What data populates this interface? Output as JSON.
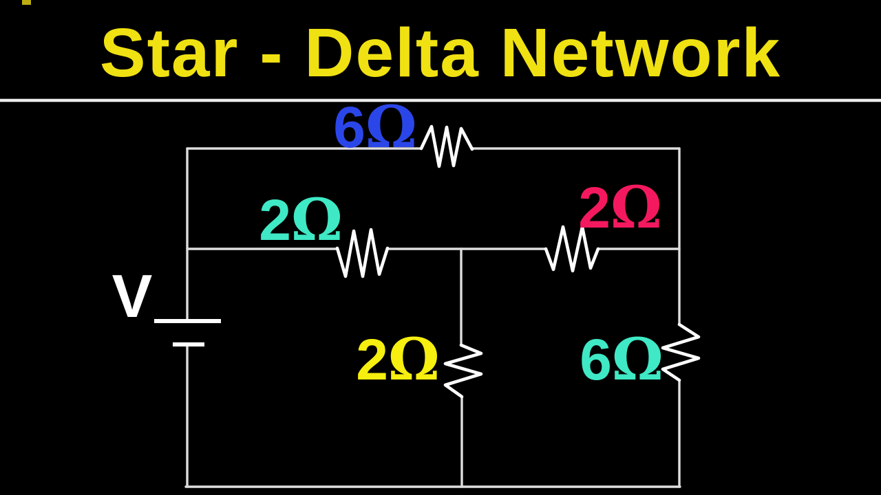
{
  "header": {
    "title": "Star - Delta Network",
    "title_color": "#F0E112",
    "separator_color": "#ECECEC"
  },
  "circuit": {
    "wire_color": "#FFFFFF",
    "background_color": "#000000",
    "source": {
      "label": "V",
      "color": "#FFFFFF",
      "type": "battery",
      "location": "left branch"
    },
    "resistors": [
      {
        "value": "6",
        "unit": "Ω",
        "color": "#2B46E8",
        "location": "top branch"
      },
      {
        "value": "2",
        "unit": "Ω",
        "color": "#3FE9C5",
        "location": "middle branch left"
      },
      {
        "value": "2",
        "unit": "Ω",
        "color": "#F4195F",
        "location": "middle branch right"
      },
      {
        "value": "2",
        "unit": "Ω",
        "color": "#F6EF0F",
        "location": "center vertical branch"
      },
      {
        "value": "6",
        "unit": "Ω",
        "color": "#3FE9C5",
        "location": "right vertical branch"
      }
    ]
  }
}
